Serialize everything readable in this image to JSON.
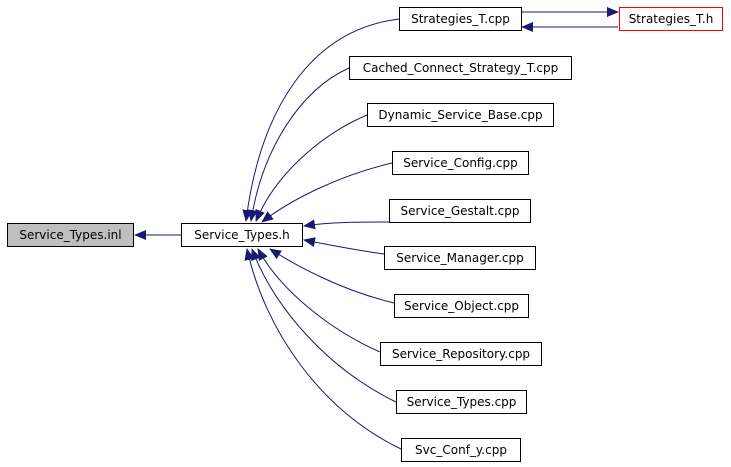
{
  "diagram": {
    "edge_color": "#191970",
    "truncated_border_color": "#ff0000",
    "root_fill": "#bfbfbf",
    "nodes": {
      "service_types_inl": "Service_Types.inl",
      "service_types_h": "Service_Types.h",
      "strategies_t_cpp": "Strategies_T.cpp",
      "strategies_t_h": "Strategies_T.h",
      "cached_connect_strategy_t_cpp": "Cached_Connect_Strategy_T.cpp",
      "dynamic_service_base_cpp": "Dynamic_Service_Base.cpp",
      "service_config_cpp": "Service_Config.cpp",
      "service_gestalt_cpp": "Service_Gestalt.cpp",
      "service_manager_cpp": "Service_Manager.cpp",
      "service_object_cpp": "Service_Object.cpp",
      "service_repository_cpp": "Service_Repository.cpp",
      "service_types_cpp": "Service_Types.cpp",
      "svc_conf_y_cpp": "Svc_Conf_y.cpp"
    },
    "edges": [
      [
        "service_types_h",
        "service_types_inl"
      ],
      [
        "strategies_t_cpp",
        "service_types_h"
      ],
      [
        "cached_connect_strategy_t_cpp",
        "service_types_h"
      ],
      [
        "dynamic_service_base_cpp",
        "service_types_h"
      ],
      [
        "service_config_cpp",
        "service_types_h"
      ],
      [
        "service_gestalt_cpp",
        "service_types_h"
      ],
      [
        "service_manager_cpp",
        "service_types_h"
      ],
      [
        "service_object_cpp",
        "service_types_h"
      ],
      [
        "service_repository_cpp",
        "service_types_h"
      ],
      [
        "service_types_cpp",
        "service_types_h"
      ],
      [
        "svc_conf_y_cpp",
        "service_types_h"
      ],
      [
        "strategies_t_cpp",
        "strategies_t_h"
      ],
      [
        "strategies_t_h",
        "strategies_t_cpp"
      ]
    ]
  }
}
